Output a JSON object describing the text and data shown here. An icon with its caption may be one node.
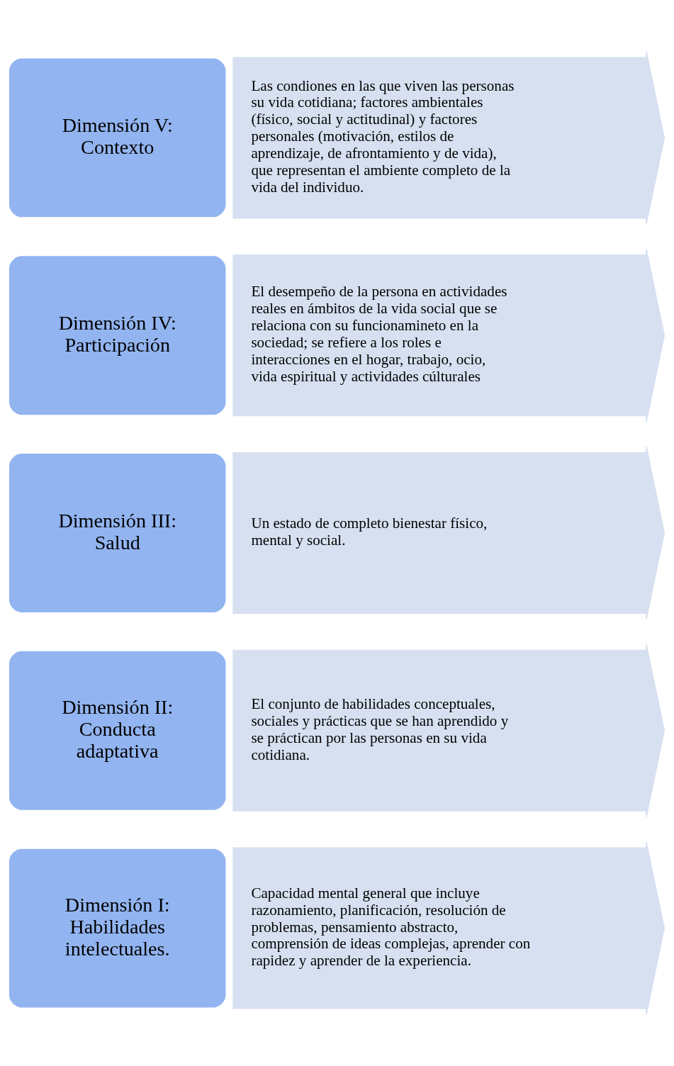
{
  "diagram": {
    "nodes": [
      {
        "text": [
          "Dimensión I: Habilidades intelectuales."
        ]
      },
      {
        "text": [
          "Capacidad mental general que incluye razonamiento, planificación, resolución de problemas, pensamiento abstracto, comprensión de ideas complejas, aprender con rapidez y aprender de la experiencia."
        ]
      },
      {
        "text": [
          "Dimensión II: Conducta adaptativa"
        ]
      },
      {
        "text": [
          "El conjunto de habilidades conceptuales, sociales y prácticas que se han aprendido y se práctican por las personas en su vida cotidiana."
        ]
      },
      {
        "text": [
          "Dimensión III: Salud"
        ]
      },
      {
        "text": [
          "Un estado de completo bienestar físico, mental y social."
        ]
      },
      {
        "text": [
          "Dimensión IV: Participación"
        ]
      },
      {
        "text": [
          "El desempeño de la persona en actividades reales en ámbitos de la vida social que se relaciona con su funcionamineto en la sociedad; se refiere a los roles e interacciones en el hogar, trabajo, ocio, vida espiritual y actividades cúlturales"
        ]
      },
      {
        "text": [
          "Dimensión V: Contexto"
        ]
      },
      {
        "text": [
          "Las condiones en las que viven las personas su vida cotidiana; factores ambientales (físico, social y actitudinal) y factores personales (motivación, estilos de aprendizaje, de afrontamiento y de vida), que representan el ambiente completo de la vida del individuo."
        ]
      }
    ]
  }
}
